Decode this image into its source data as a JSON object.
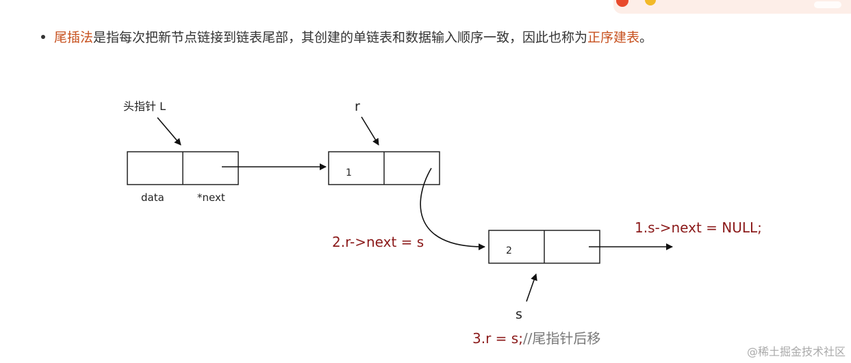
{
  "bullet": {
    "term1": "尾插法",
    "middle": "是指每次把新节点链接到链表尾部，其创建的单链表和数据输入顺序一致，因此也称为",
    "term2": "正序建表",
    "end": "。"
  },
  "diagram": {
    "head_pointer_label": "头指针 L",
    "data_label": "data",
    "next_label": "*next",
    "r_label": "r",
    "node1_value": "1",
    "node2_value": "2",
    "step1": "1.s->next = NULL;",
    "step2": "2.r->next = s",
    "s_label": "s",
    "step3_code": "3.r = s;",
    "step3_comment": "//尾指针后移"
  },
  "watermark": "@稀土掘金技术社区",
  "colors": {
    "highlight": "#c7511f",
    "code_red": "#8b1a1a",
    "comment_gray": "#777777",
    "line": "#222222"
  }
}
